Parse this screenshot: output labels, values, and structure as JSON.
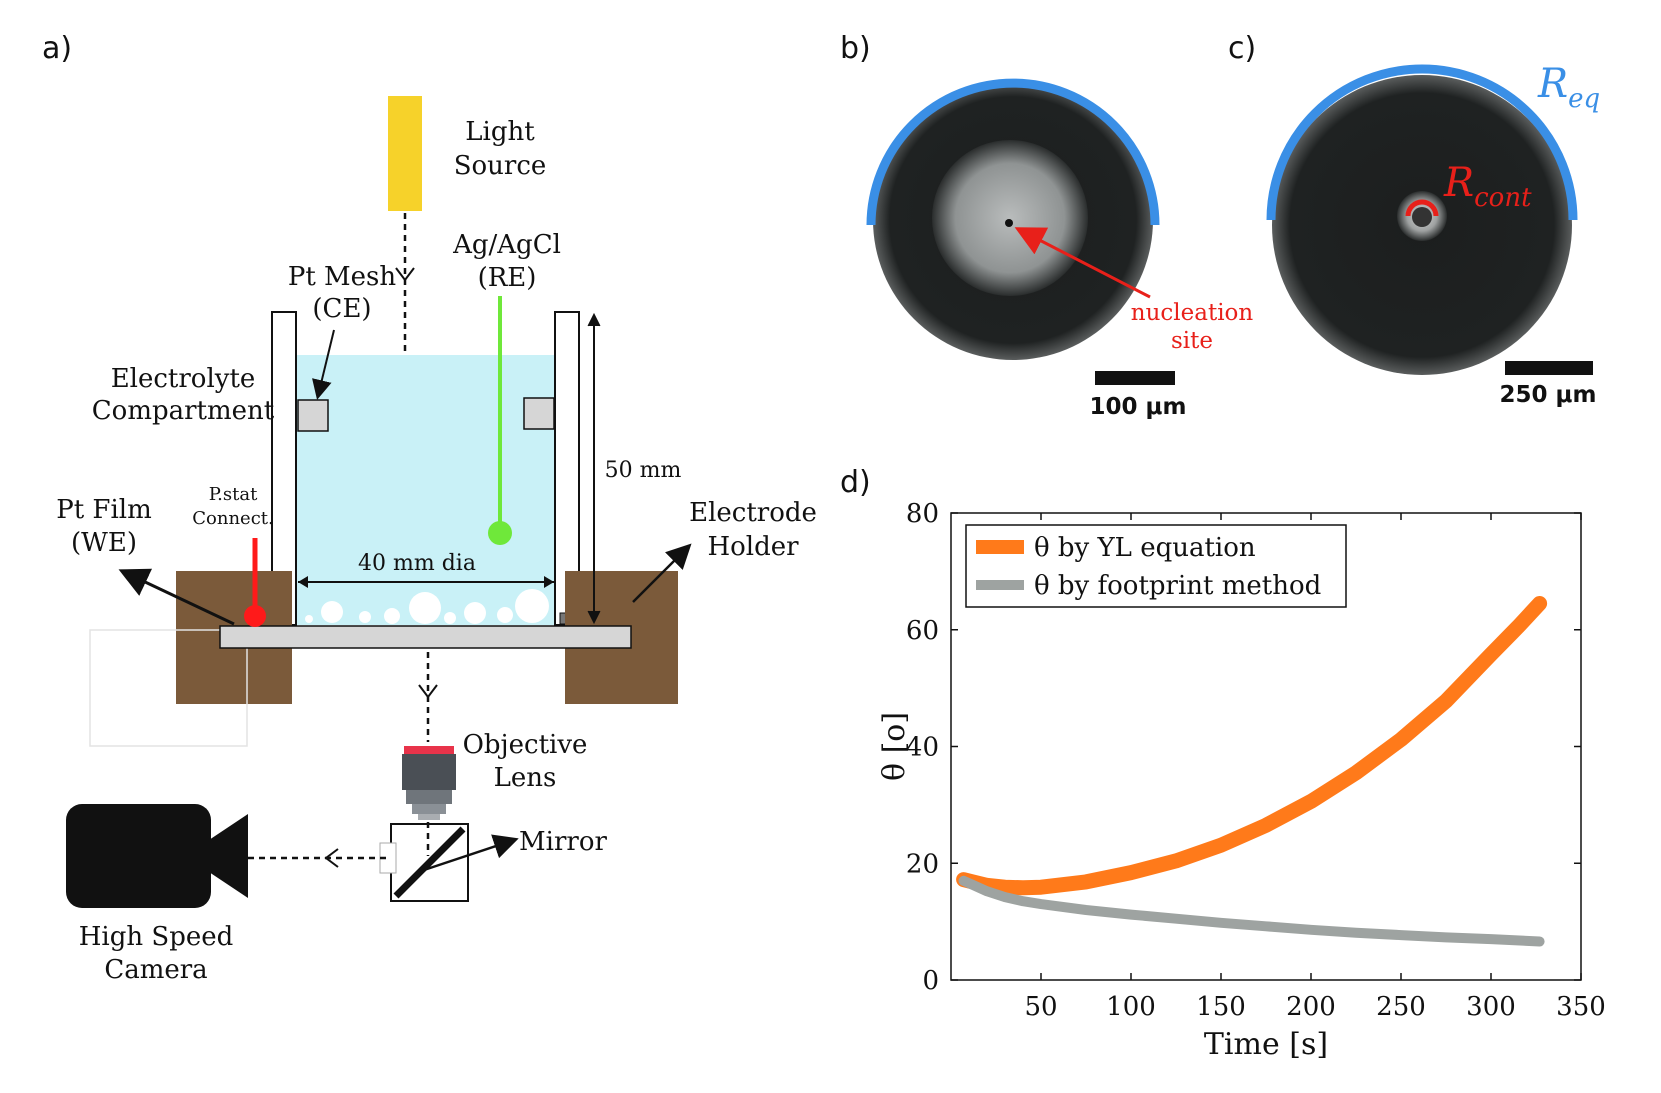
{
  "panels": {
    "a": "a)",
    "b": "b)",
    "c": "c)",
    "d": "d)"
  },
  "setup": {
    "light_source": [
      "Light",
      "Source"
    ],
    "ref_electrode": [
      "Ag/AgCl",
      "(RE)"
    ],
    "counter_electrode": [
      "Pt Mesh",
      "(CE)"
    ],
    "compartment": [
      "Electrolyte",
      "Compartment"
    ],
    "pstat": [
      "P.stat",
      "Connect."
    ],
    "working_electrode": [
      "Pt Film",
      "(WE)"
    ],
    "holder": [
      "Electrode",
      "Holder"
    ],
    "height_label": "50 mm",
    "diameter_label": "40 mm dia",
    "objective": [
      "Objective",
      "Lens"
    ],
    "mirror": "Mirror",
    "camera": [
      "High Speed",
      "Camera"
    ],
    "colors": {
      "electrolyte": "#c9f1f7",
      "holder": "#7b5a3a",
      "light": "#f6d22a",
      "re_wire": "#6fe83a",
      "pstat_wire": "#ff1a1a",
      "lens_band": "#e8334a"
    }
  },
  "image_b": {
    "annotation": [
      "nucleation",
      "site"
    ],
    "scalebar": "100 μm",
    "arc_color": "#3a8fe6",
    "annotation_color": "#e8201a"
  },
  "image_c": {
    "r_eq": "R",
    "r_eq_sub": "eq",
    "r_cont": "R",
    "r_cont_sub": "cont",
    "scalebar": "250 μm",
    "r_eq_color": "#3a8fe6",
    "r_cont_color": "#e8201a"
  },
  "chart_data": {
    "type": "line",
    "xlabel": "Time [s]",
    "ylabel": "θ [o]",
    "xlim": [
      0,
      350
    ],
    "ylim": [
      0,
      80
    ],
    "xticks": [
      50,
      100,
      150,
      200,
      250,
      300,
      350
    ],
    "yticks": [
      0,
      20,
      40,
      60,
      80
    ],
    "grid": false,
    "legend_position": "top-left",
    "series": [
      {
        "name": "θ by YL equation",
        "color": "#ff7a1a",
        "x": [
          7,
          12,
          20,
          30,
          40,
          50,
          75,
          100,
          125,
          150,
          175,
          200,
          225,
          250,
          275,
          300,
          315,
          327
        ],
        "y": [
          17.2,
          16.8,
          16.2,
          15.9,
          15.8,
          15.9,
          16.8,
          18.4,
          20.4,
          23.1,
          26.5,
          30.6,
          35.5,
          41.2,
          47.8,
          55.8,
          60.5,
          64.5
        ]
      },
      {
        "name": "θ by footprint method",
        "color": "#9ea3a1",
        "x": [
          7,
          12,
          20,
          30,
          40,
          50,
          75,
          100,
          125,
          150,
          175,
          200,
          225,
          250,
          275,
          300,
          327
        ],
        "y": [
          17.0,
          16.3,
          15.2,
          14.2,
          13.5,
          13.0,
          12.0,
          11.2,
          10.5,
          9.8,
          9.2,
          8.6,
          8.1,
          7.7,
          7.3,
          7.0,
          6.6
        ]
      }
    ]
  }
}
